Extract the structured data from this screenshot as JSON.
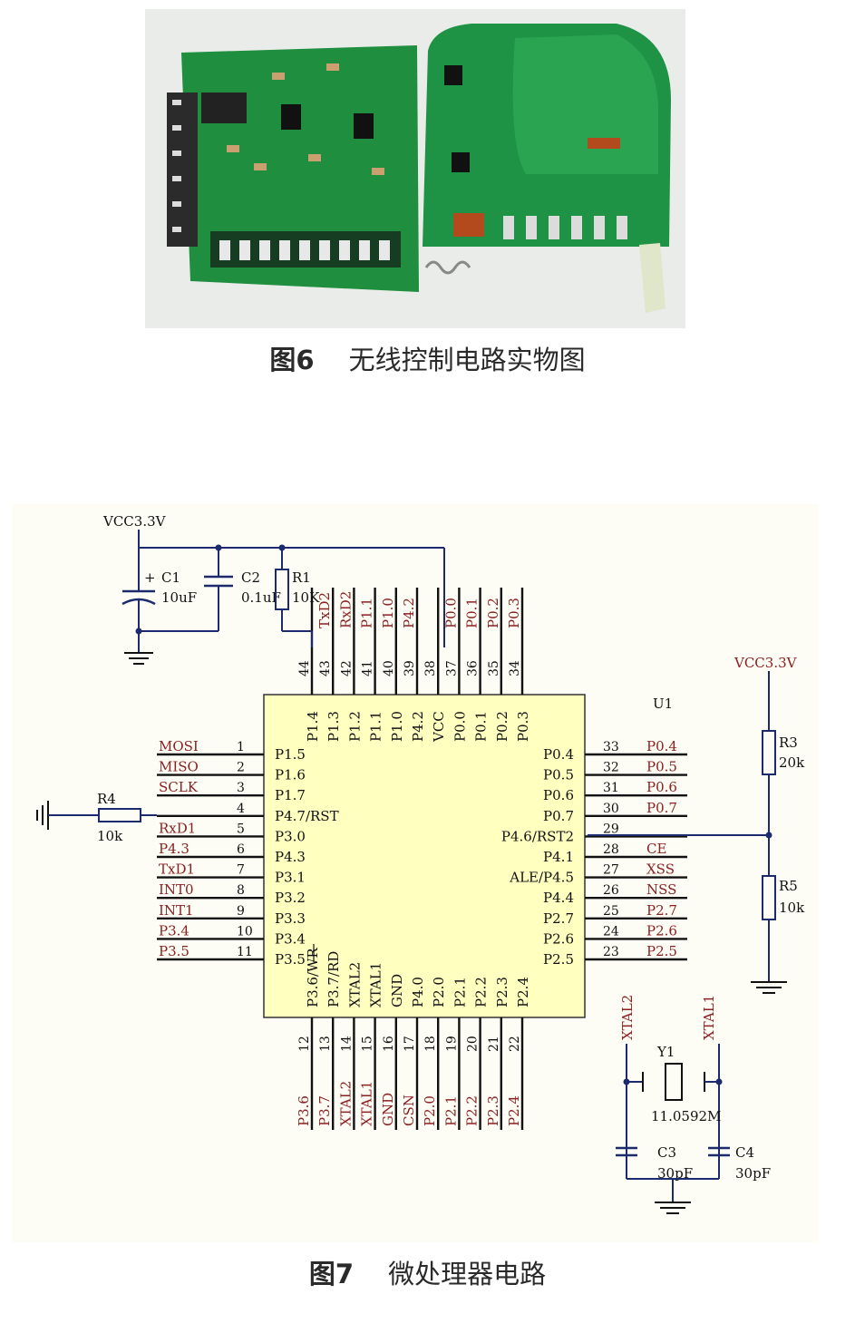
{
  "captions": {
    "fig6_num": "图6",
    "fig6_text": "无线控制电路实物图",
    "fig7_num": "图7",
    "fig7_text": "微处理器电路"
  },
  "schematic": {
    "chip_ref": "U1",
    "vcc_top": "VCC3.3V",
    "vcc_right": "VCC3.3V",
    "components": {
      "c1_ref": "C1",
      "c1_val": "10uF",
      "c1_plus": "+",
      "c2_ref": "C2",
      "c2_val": "0.1uF",
      "r1_ref": "R1",
      "r1_val": "10K",
      "r3_ref": "R3",
      "r3_val": "20k",
      "r4_ref": "R4",
      "r4_val": "10k",
      "r5_ref": "R5",
      "r5_val": "10k",
      "y1_ref": "Y1",
      "y1_val": "11.0592M",
      "c3_ref": "C3",
      "c3_val": "30pF",
      "c4_ref": "C4",
      "c4_val": "30pF"
    },
    "crystal_nets": [
      "XTAL2",
      "XTAL1"
    ],
    "left_pins": [
      {
        "net": "MOSI",
        "num": "1",
        "name": "P1.5"
      },
      {
        "net": "MISO",
        "num": "2",
        "name": "P1.6"
      },
      {
        "net": "SCLK",
        "num": "3",
        "name": "P1.7"
      },
      {
        "net": "",
        "num": "4",
        "name": "P4.7/RST"
      },
      {
        "net": "RxD1",
        "num": "5",
        "name": "P3.0"
      },
      {
        "net": "P4.3",
        "num": "6",
        "name": "P4.3"
      },
      {
        "net": "TxD1",
        "num": "7",
        "name": "P3.1"
      },
      {
        "net": "INT0",
        "num": "8",
        "name": "P3.2"
      },
      {
        "net": "INT1",
        "num": "9",
        "name": "P3.3"
      },
      {
        "net": "P3.4",
        "num": "10",
        "name": "P3.4"
      },
      {
        "net": "P3.5",
        "num": "11",
        "name": "P3.5"
      }
    ],
    "right_pins": [
      {
        "net": "P0.4",
        "num": "33",
        "name": "P0.4"
      },
      {
        "net": "P0.5",
        "num": "32",
        "name": "P0.5"
      },
      {
        "net": "P0.6",
        "num": "31",
        "name": "P0.6"
      },
      {
        "net": "P0.7",
        "num": "30",
        "name": "P0.7"
      },
      {
        "net": "",
        "num": "29",
        "name": "P4.6/RST2"
      },
      {
        "net": "CE",
        "num": "28",
        "name": "P4.1"
      },
      {
        "net": "XSS",
        "num": "27",
        "name": "ALE/P4.5"
      },
      {
        "net": "NSS",
        "num": "26",
        "name": "P4.4"
      },
      {
        "net": "P2.7",
        "num": "25",
        "name": "P2.7"
      },
      {
        "net": "P2.6",
        "num": "24",
        "name": "P2.6"
      },
      {
        "net": "P2.5",
        "num": "23",
        "name": "P2.5"
      }
    ],
    "top_pins": [
      {
        "net": "",
        "num": "44",
        "name": "P1.4"
      },
      {
        "net": "TxD2",
        "num": "43",
        "name": "P1.3"
      },
      {
        "net": "RxD2",
        "num": "42",
        "name": "P1.2"
      },
      {
        "net": "P1.1",
        "num": "41",
        "name": "P1.1"
      },
      {
        "net": "P1.0",
        "num": "40",
        "name": "P1.0"
      },
      {
        "net": "P4.2",
        "num": "39",
        "name": "P4.2"
      },
      {
        "net": "",
        "num": "38",
        "name": "VCC"
      },
      {
        "net": "P0.0",
        "num": "37",
        "name": "P0.0"
      },
      {
        "net": "P0.1",
        "num": "36",
        "name": "P0.1"
      },
      {
        "net": "P0.2",
        "num": "35",
        "name": "P0.2"
      },
      {
        "net": "P0.3",
        "num": "34",
        "name": "P0.3"
      }
    ],
    "bottom_pins": [
      {
        "net": "P3.6",
        "num": "12",
        "name": "P3.6/WR"
      },
      {
        "net": "P3.7",
        "num": "13",
        "name": "P3.7/RD"
      },
      {
        "net": "XTAL2",
        "num": "14",
        "name": "XTAL2"
      },
      {
        "net": "XTAL1",
        "num": "15",
        "name": "XTAL1"
      },
      {
        "net": "GND",
        "num": "16",
        "name": "GND"
      },
      {
        "net": "CSN",
        "num": "17",
        "name": "P4.0"
      },
      {
        "net": "P2.0",
        "num": "18",
        "name": "P2.0"
      },
      {
        "net": "P2.1",
        "num": "19",
        "name": "P2.1"
      },
      {
        "net": "P2.2",
        "num": "20",
        "name": "P2.2"
      },
      {
        "net": "P2.3",
        "num": "21",
        "name": "P2.3"
      },
      {
        "net": "P2.4",
        "num": "22",
        "name": "P2.4"
      }
    ]
  }
}
